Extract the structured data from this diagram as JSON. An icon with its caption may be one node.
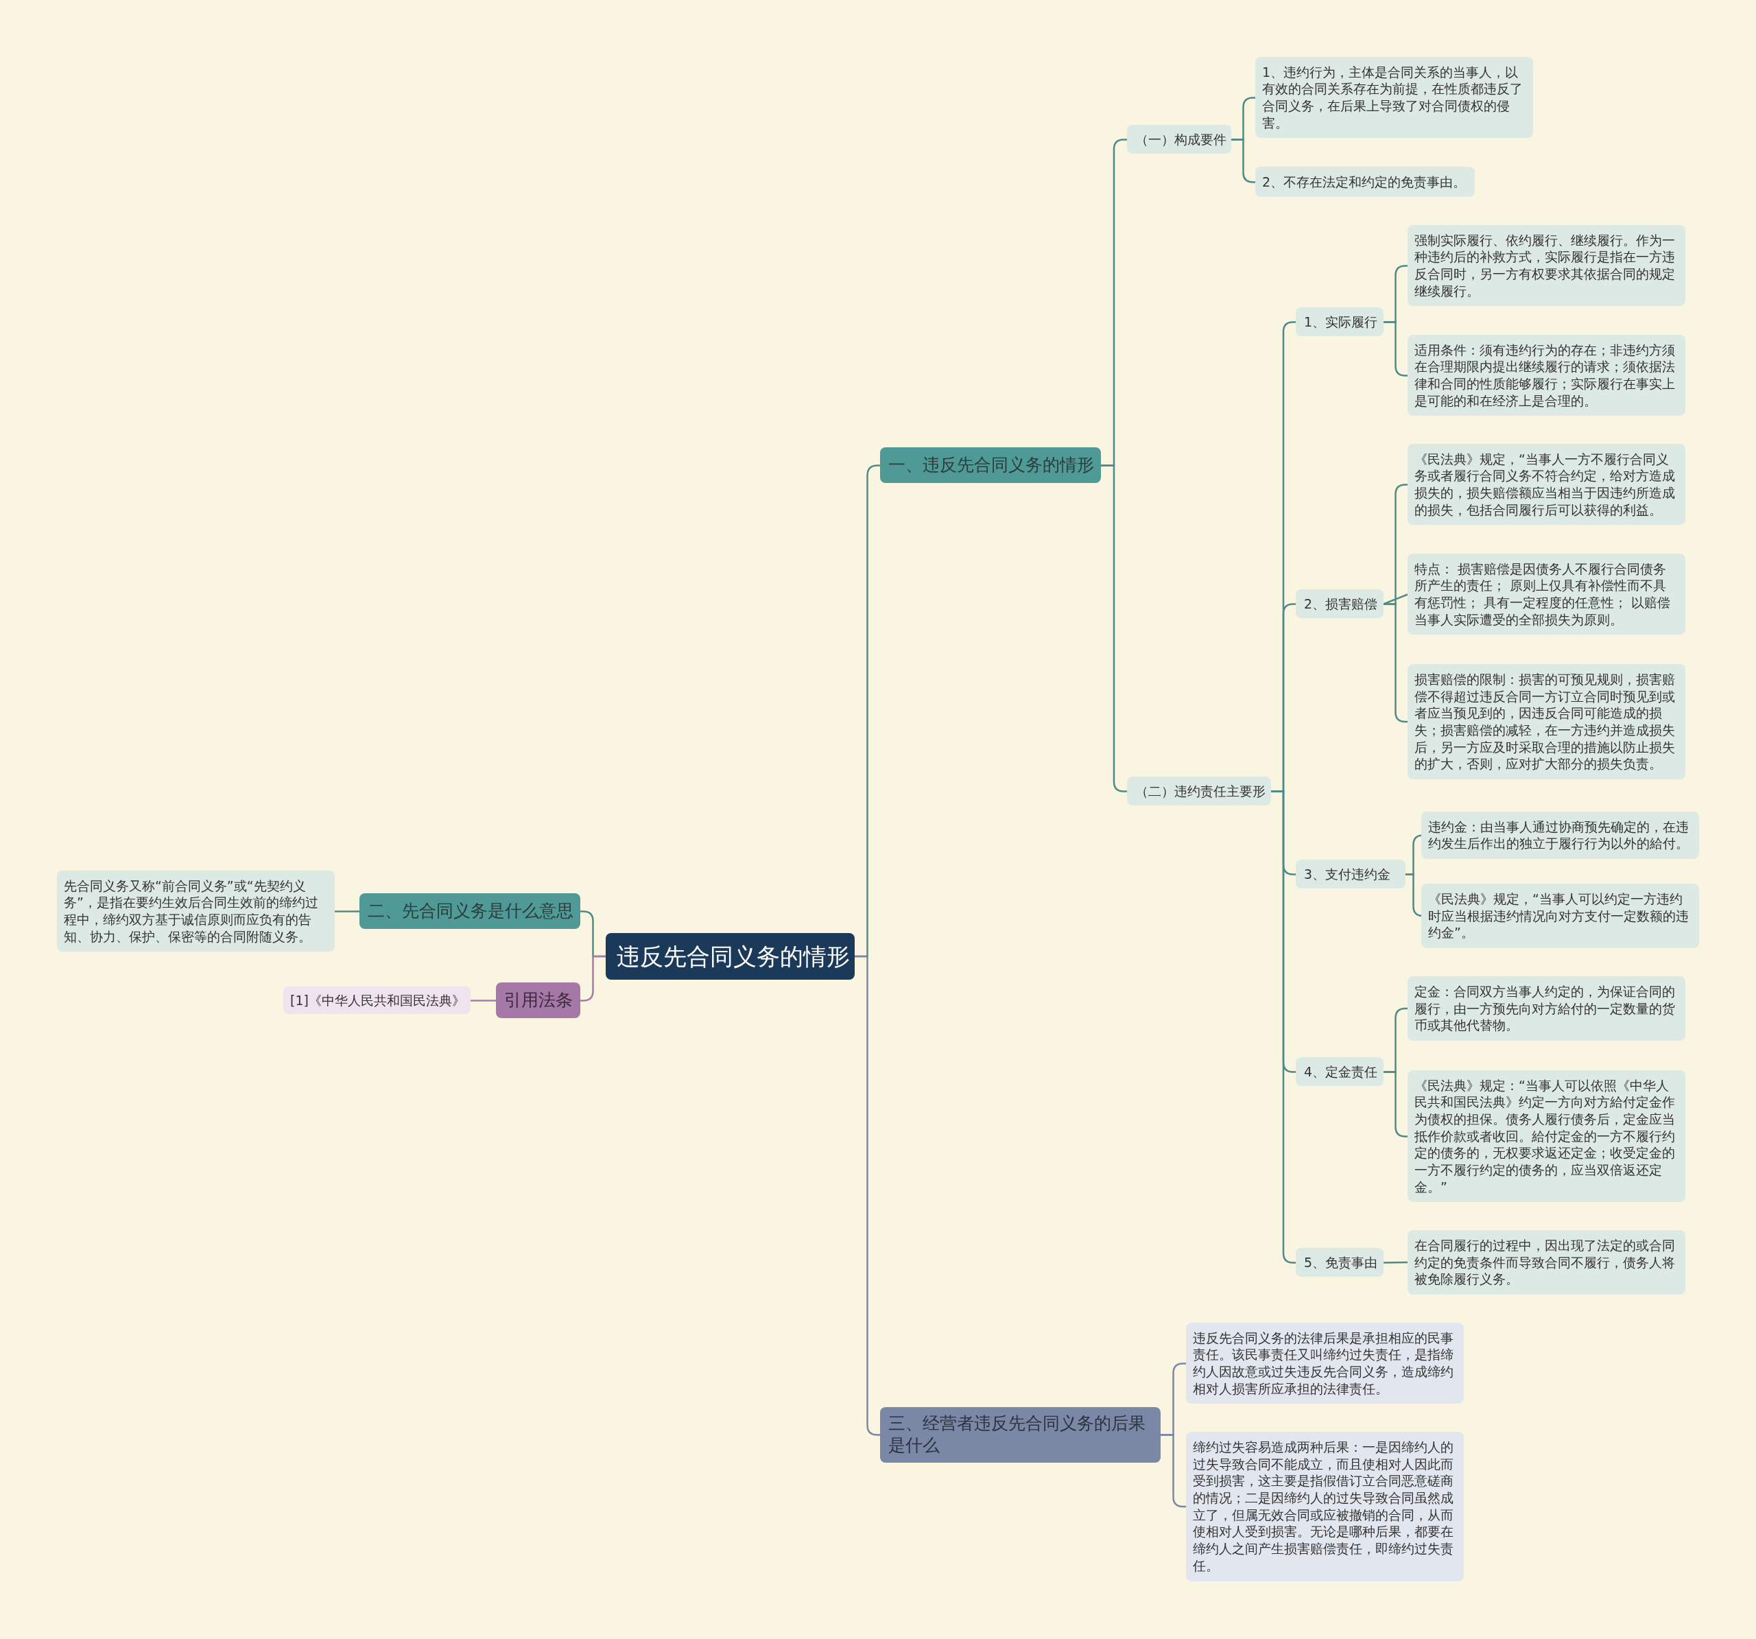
{
  "diagram": {
    "nodes": [
      {
        "text": [
          "违反先合同义务的情形"
        ]
      },
      {
        "text": [
          "一、违反先合同义务的情形"
        ]
      },
      {
        "text": [
          "（一）构成要件"
        ]
      },
      {
        "text": [
          "1、违约行为，主体是合同关系的当事人，以有效的合同关系存在为前提，在性质都违反了合同义务，在后果上导致了对合同债权的侵害。"
        ]
      },
      {
        "text": [
          "2、不存在法定和约定的免责事由。"
        ]
      },
      {
        "text": [
          "（二）违约责任主要形"
        ]
      },
      {
        "text": [
          "1、实际履行"
        ]
      },
      {
        "text": [
          "强制实际履行、依约履行、继续履行。作为一种违约后的补救方式，实际履行是指在一方违反合同时，另一方有权要求其依据合同的规定继续履行。"
        ]
      },
      {
        "text": [
          "适用条件：须有违约行为的存在；非违约方须在合理期限内提出继续履行的请求；须依据法律和合同的性质能够履行；实际履行在事实上是可能的和在经济上是合理的。"
        ]
      },
      {
        "text": [
          "2、损害赔偿"
        ]
      },
      {
        "text": [
          "《民法典》规定，“当事人一方不履行合同义务或者履行合同义务不符合约定，给对方造成损失的，损失赔偿额应当相当于因违约所造成的损失，包括合同履行后可以获得的利益。"
        ]
      },
      {
        "text": [
          "特点： 损害赔偿是因债务人不履行合同债务所产生的责任； 原则上仅具有补偿性而不具有惩罚性； 具有一定程度的任意性； 以赔偿当事人实际遭受的全部损失为原则。"
        ]
      },
      {
        "text": [
          "损害赔偿的限制：损害的可预见规则，损害赔偿不得超过违反合同一方订立合同时预见到或者应当预见到的，因违反合同可能造成的损失；损害赔偿的减轻，在一方违约并造成损失后，另一方应及时采取合理的措施以防止损失的扩大，否则，应对扩大部分的损失负责。"
        ]
      },
      {
        "text": [
          "3、支付违约金"
        ]
      },
      {
        "text": [
          "违约金：由当事人通过协商预先确定的，在违约发生后作出的独立于履行行为以外的給付。"
        ]
      },
      {
        "text": [
          "《民法典》规定，“当事人可以约定一方违约时应当根据违约情况向对方支付一定数额的违约金”。"
        ]
      },
      {
        "text": [
          "4、定金责任"
        ]
      },
      {
        "text": [
          "定金：合同双方当事人约定的，为保证合同的履行，由一方预先向对方給付的一定数量的货币或其他代替物。"
        ]
      },
      {
        "text": [
          "《民法典》规定：“当事人可以依照《中华人民共和国民法典》约定一方向对方給付定金作为债权的担保。债务人履行债务后，定金应当抵作价款或者收回。給付定金的一方不履行约定的债务的，无权要求返还定金；收受定金的一方不履行约定的债务的，应当双倍返还定金。”"
        ]
      },
      {
        "text": [
          "5、免责事由"
        ]
      },
      {
        "text": [
          "在合同履行的过程中，因出现了法定的或合同约定的免责条件而导致合同不履行，债务人将被免除履行义务。"
        ]
      },
      {
        "text": [
          "三、经营者违反先合同义务的后果是什么"
        ]
      },
      {
        "text": [
          "违反先合同义务的法律后果是承担相应的民事责任。该民事责任又叫缔约过失责任，是指缔约人因故意或过失违反先合同义务，造成缔约相对人损害所应承担的法律责任。"
        ]
      },
      {
        "text": [
          "缔约过失容易造成两种后果：一是因缔约人的过失导致合同不能成立，而且使相对人因此而受到损害，这主要是指假借订立合同恶意磋商的情况；二是因缔约人的过失导致合同虽然成立了，但属无效合同或应被撤销的合同，从而使相对人受到损害。无论是哪种后果，都要在缔约人之间产生损害赔偿责任，即缔约过失责任。"
        ]
      },
      {
        "text": [
          "二、先合同义务是什么意思"
        ]
      },
      {
        "text": [
          "先合同义务又称“前合同义务”或“先契约义务”，是指在要约生效后合同生效前的缔约过程中，缔约双方基于诚信原则而应负有的告知、协力、保护、保密等的合同附随义务。"
        ]
      },
      {
        "text": [
          "引用法条"
        ]
      },
      {
        "text": [
          "[1]《中华人民共和国民法典》"
        ]
      }
    ],
    "edges": [
      {
        "from": 0,
        "to": 1,
        "arrow": "none"
      },
      {
        "from": 1,
        "to": 2,
        "arrow": "none"
      },
      {
        "from": 2,
        "to": 3,
        "arrow": "none"
      },
      {
        "from": 2,
        "to": 4,
        "arrow": "none"
      },
      {
        "from": 1,
        "to": 5,
        "arrow": "none"
      },
      {
        "from": 5,
        "to": 6,
        "arrow": "none"
      },
      {
        "from": 6,
        "to": 7,
        "arrow": "none"
      },
      {
        "from": 6,
        "to": 8,
        "arrow": "none"
      },
      {
        "from": 5,
        "to": 9,
        "arrow": "none"
      },
      {
        "from": 9,
        "to": 10,
        "arrow": "none"
      },
      {
        "from": 9,
        "to": 11,
        "arrow": "none"
      },
      {
        "from": 9,
        "to": 12,
        "arrow": "none"
      },
      {
        "from": 5,
        "to": 13,
        "arrow": "none"
      },
      {
        "from": 13,
        "to": 14,
        "arrow": "none"
      },
      {
        "from": 13,
        "to": 15,
        "arrow": "none"
      },
      {
        "from": 5,
        "to": 16,
        "arrow": "none"
      },
      {
        "from": 16,
        "to": 17,
        "arrow": "none"
      },
      {
        "from": 16,
        "to": 18,
        "arrow": "none"
      },
      {
        "from": 5,
        "to": 19,
        "arrow": "none"
      },
      {
        "from": 19,
        "to": 20,
        "arrow": "none"
      },
      {
        "from": 0,
        "to": 21,
        "arrow": "none",
        "color": "#7b87a6"
      },
      {
        "from": 21,
        "to": 22,
        "arrow": "none",
        "color": "#7b87a6"
      },
      {
        "from": 21,
        "to": 23,
        "arrow": "none",
        "color": "#7b87a6"
      },
      {
        "from": 0,
        "to": 24,
        "arrow": "none"
      },
      {
        "from": 24,
        "to": 25,
        "arrow": "none"
      },
      {
        "from": 0,
        "to": 26,
        "arrow": "none",
        "color": "#a77aa8"
      },
      {
        "from": 26,
        "to": 27,
        "arrow": "none",
        "color": "#a77aa8"
      }
    ]
  }
}
